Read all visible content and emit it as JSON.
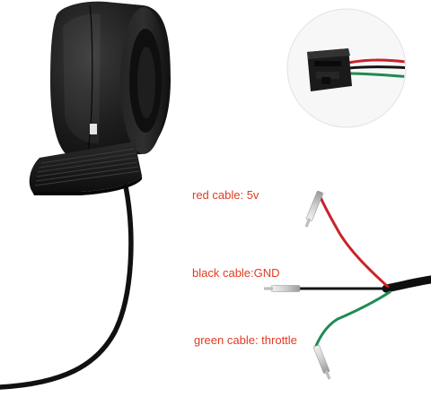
{
  "colors": {
    "label_text": "#e23b22",
    "wire_red": "#c8232c",
    "wire_green": "#1f8a52",
    "wire_black": "#141414",
    "throttle_body": "#1b1b1b",
    "background": "#ffffff"
  },
  "labels": {
    "red": "red cable: 5v",
    "black": "black cable:GND",
    "green": "green cable: throttle"
  }
}
